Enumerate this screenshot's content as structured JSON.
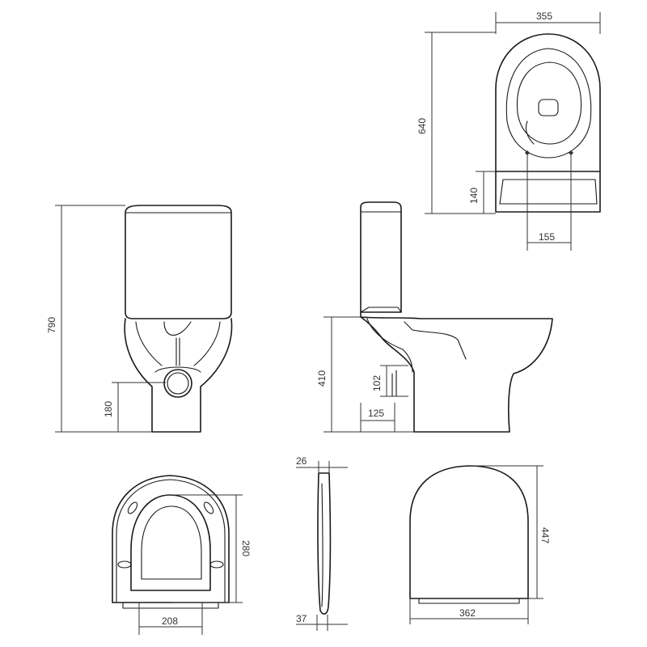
{
  "dimensions": {
    "top_view_width": "355",
    "top_view_depth": "640",
    "cistern_depth": "140",
    "fixing_spacing": "155",
    "total_height": "790",
    "outlet_height": "180",
    "seat_height": "410",
    "inlet_height": "102",
    "outlet_offset": "125",
    "seat_inner_length": "280",
    "seat_hinge_spacing": "208",
    "lid_thickness_top": "26",
    "lid_thickness_bottom": "37",
    "lid_depth": "447",
    "lid_width": "362"
  },
  "colors": {
    "line": "#1a1a1a",
    "dimension": "#333333",
    "background": "#ffffff"
  }
}
